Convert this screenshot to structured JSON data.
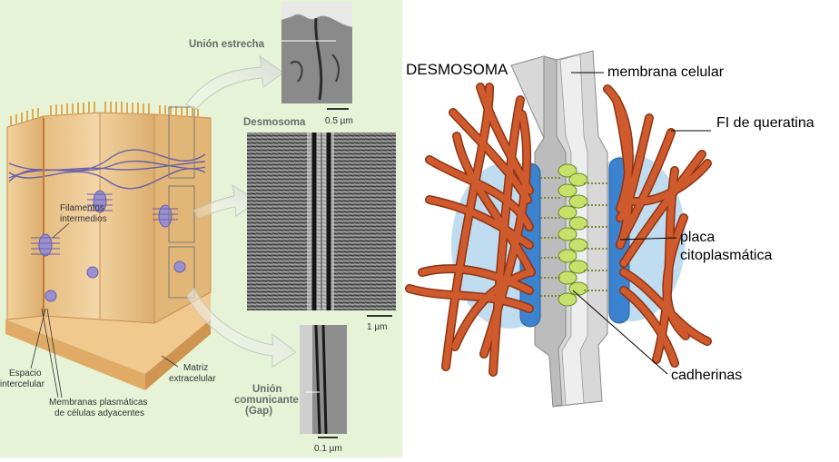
{
  "left": {
    "bg_color": "#e6f3d6",
    "labels": {
      "tight_junction": "Unión estrecha",
      "desmosome": "Desmosoma",
      "gap_junction_line1": "Unión",
      "gap_junction_line2": "comunicante",
      "gap_junction_line3": "(Gap)",
      "intermediate_filaments_line1": "Filamentos",
      "intermediate_filaments_line2": "intermedios",
      "intercellular_space_line1": "Espacio",
      "intercellular_space_line2": "intercelular",
      "plasma_membranes_line1": "Membranas plasmáticas",
      "plasma_membranes_line2": "de células adyacentes",
      "extracellular_matrix_line1": "Matriz",
      "extracellular_matrix_line2": "extracelular"
    },
    "scale_bars": {
      "tight": "0.5 µm",
      "desmosome": "1 µm",
      "gap": "0.1 µm"
    }
  },
  "right": {
    "title": "DESMOSOMA",
    "labels": {
      "cell_membrane": "membrana celular",
      "keratin_filaments": "FI de queratina",
      "plaque_line1": "placa",
      "plaque_line2": "citoplasmática",
      "cadherins": "cadherinas"
    }
  },
  "colors": {
    "filament": "#cf5a2d",
    "filament_edge": "#8f3412",
    "plaque": "#3b82cf",
    "plaque_glow": "#b4d6ee",
    "cadherin": "#c9e06a",
    "membrane": "#bdbdbd",
    "cell_body": "#e9c48e",
    "network": "#6a5fa8"
  }
}
